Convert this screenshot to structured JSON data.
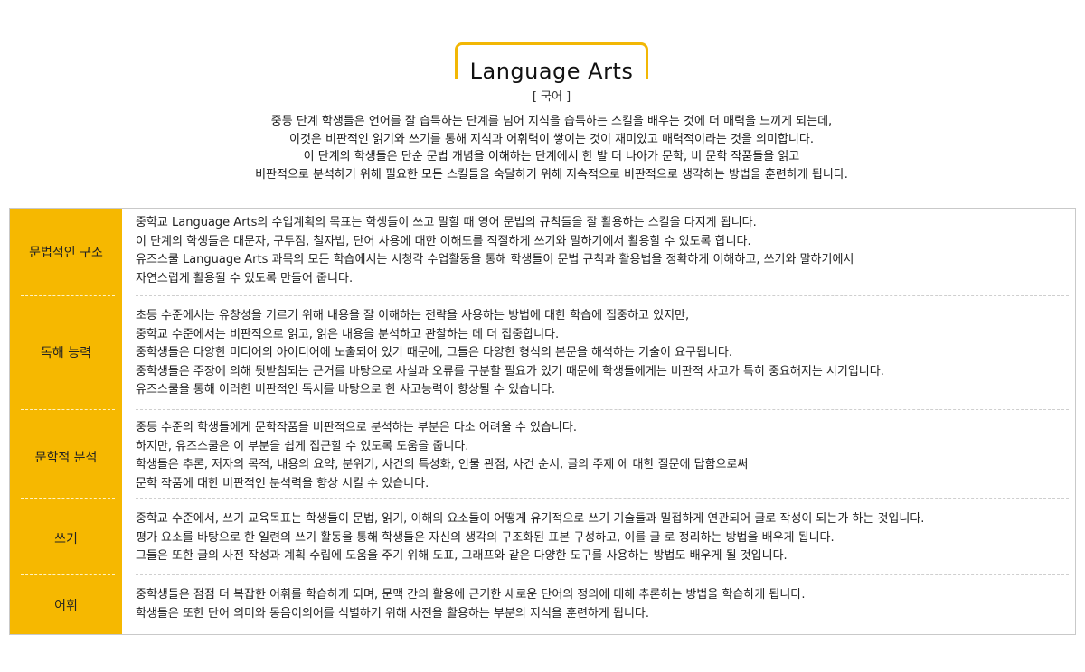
{
  "header": {
    "title": "Language Arts",
    "subtitle": "[ 국어 ]",
    "intro": [
      "중등 단계 학생들은 언어를 잘 습득하는 단계를 넘어 지식을 습득하는 스킬을 배우는 것에 더 매력을 느끼게 되는데,",
      "이것은 비판적인 읽기와 쓰기를 통해 지식과 어휘력이 쌓이는 것이 재미있고 매력적이라는 것을 의미합니다.",
      "이 단계의 학생들은 단순 문법 개념을 이해하는 단계에서 한 발 더 나아가 문학, 비 문학 작품들을 읽고",
      "비판적으로 분석하기 위해 필요한 모든 스킬들을 숙달하기 위해 지속적으로 비판적으로 생각하는 방법을 훈련하게 됩니다."
    ]
  },
  "colors": {
    "accent": "#f6b800",
    "title_box_border": "#f2b705",
    "divider": "#cfcfcf"
  },
  "sections": [
    {
      "label": "문법적인 구조",
      "lines": [
        "중학교 Language Arts의 수업계획의 목표는 학생들이 쓰고 말할 때 영어 문법의 규칙들을 잘 활용하는 스킬을 다지게 됩니다.",
        "이 단계의 학생들은 대문자, 구두점, 철자법, 단어 사용에 대한 이해도를 적절하게 쓰기와 말하기에서 활용할 수 있도록 합니다.",
        "유즈스쿨 Language Arts 과목의 모든 학습에서는 시청각 수업활동을 통해 학생들이 문법 규칙과 활용법을 정확하게 이해하고, 쓰기와 말하기에서",
        "자연스럽게 활용될 수 있도록 만들어 줍니다."
      ]
    },
    {
      "label": "독해 능력",
      "lines": [
        "초등 수준에서는 유창성을 기르기 위해 내용을 잘 이해하는 전략을 사용하는 방법에 대한 학습에 집중하고 있지만,",
        "중학교 수준에서는 비판적으로 읽고, 읽은 내용을 분석하고 관찰하는 데 더 집중합니다.",
        "중학생들은 다양한 미디어의 아이디어에 노출되어 있기 때문에, 그들은 다양한 형식의 본문을 해석하는 기술이 요구됩니다.",
        "중학생들은 주장에 의해 뒷받침되는 근거를 바탕으로 사실과 오류를 구분할 필요가 있기 때문에 학생들에게는 비판적 사고가 특히 중요해지는 시기입니다.",
        "유즈스쿨을 통해 이러한 비판적인 독서를 바탕으로 한 사고능력이 향상될 수 있습니다."
      ]
    },
    {
      "label": "문학적 분석",
      "lines": [
        "중등 수준의 학생들에게 문학작품을 비판적으로 분석하는 부분은 다소 어려울 수 있습니다.",
        "하지만, 유즈스쿨은 이 부분을 쉽게 접근할 수 있도록 도움을 줍니다.",
        "학생들은 추론, 저자의 목적, 내용의 요약, 분위기, 사건의 특성화, 인물 관점, 사건 순서, 글의 주제 에 대한 질문에 답함으로써",
        "문학 작품에 대한 비판적인 분석력을 향상 시킬 수 있습니다."
      ]
    },
    {
      "label": "쓰기",
      "lines": [
        "중학교 수준에서, 쓰기 교육목표는 학생들이 문법, 읽기, 이해의 요소들이 어떻게 유기적으로 쓰기 기술들과 밀접하게 연관되어 글로 작성이 되는가 하는 것입니다.",
        "평가 요소를 바탕으로 한 일련의 쓰기 활동을 통해 학생들은 자신의 생각의 구조화된 표본 구성하고, 이를 글 로 정리하는 방법을 배우게 됩니다.",
        "그들은 또한 글의 사전 작성과 계획 수립에 도움을 주기 위해 도표, 그래프와 같은 다양한 도구를 사용하는 방법도 배우게 될 것입니다."
      ]
    },
    {
      "label": "어휘",
      "lines": [
        "중학생들은 점점 더 복잡한 어휘를 학습하게 되며, 문맥 간의 활용에 근거한 새로운 단어의 정의에 대해 추론하는 방법을 학습하게 됩니다.",
        "학생들은 또한 단어 의미와 동음이의어를 식별하기 위해 사전을 활용하는 부분의 지식을 훈련하게 됩니다."
      ]
    }
  ]
}
